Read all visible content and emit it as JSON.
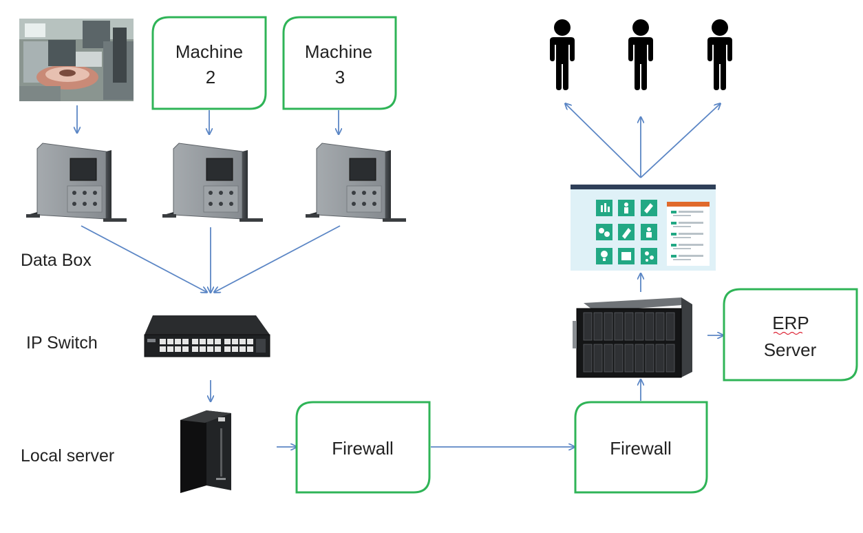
{
  "nodes": {
    "machine1": {
      "label": ""
    },
    "machine2": {
      "line1": "Machine",
      "line2": "2"
    },
    "machine3": {
      "line1": "Machine",
      "line2": "3"
    },
    "data_box": {
      "label": "Data Box"
    },
    "ip_switch": {
      "label": "IP Switch"
    },
    "local_server": {
      "label": "Local server"
    },
    "firewall_left": {
      "label": "Firewall"
    },
    "firewall_right": {
      "label": "Firewall"
    },
    "erp_server": {
      "line1": "ERP",
      "line2": "Server"
    }
  },
  "colors": {
    "box_border": "#2fb457",
    "arrow": "#5b86c5",
    "device_gray": "#8e9398",
    "device_dark": "#1b1b1b",
    "tile_green": "#22a884",
    "dashboard_bg": "#dff1f7",
    "person": "#000000"
  },
  "icons": {
    "machine1": "factory-machine-photo",
    "data_box": "data-box-device-icon",
    "ip_switch": "network-switch-icon",
    "local_server": "tower-server-icon",
    "rack_server": "blade-server-icon",
    "dashboard": "dashboard-screen-icon",
    "user": "person-icon"
  }
}
